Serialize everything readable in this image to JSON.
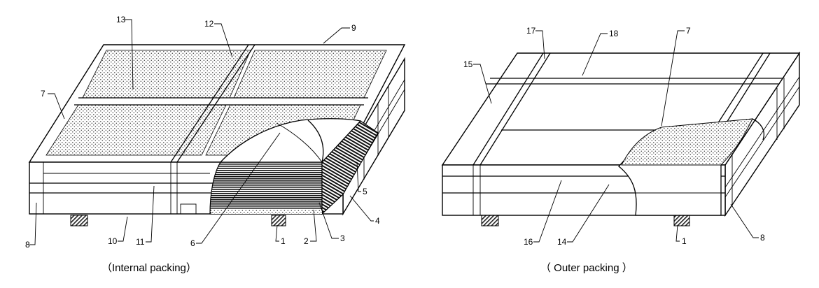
{
  "figures": [
    {
      "caption": "（Internal packing）",
      "labels": [
        "13",
        "12",
        "9",
        "7",
        "5",
        "4",
        "3",
        "2",
        "1",
        "6",
        "11",
        "10",
        "8"
      ]
    },
    {
      "caption": "（ Outer packing ）",
      "labels": [
        "17",
        "18",
        "7",
        "15",
        "16",
        "14",
        "1",
        "8"
      ]
    }
  ]
}
